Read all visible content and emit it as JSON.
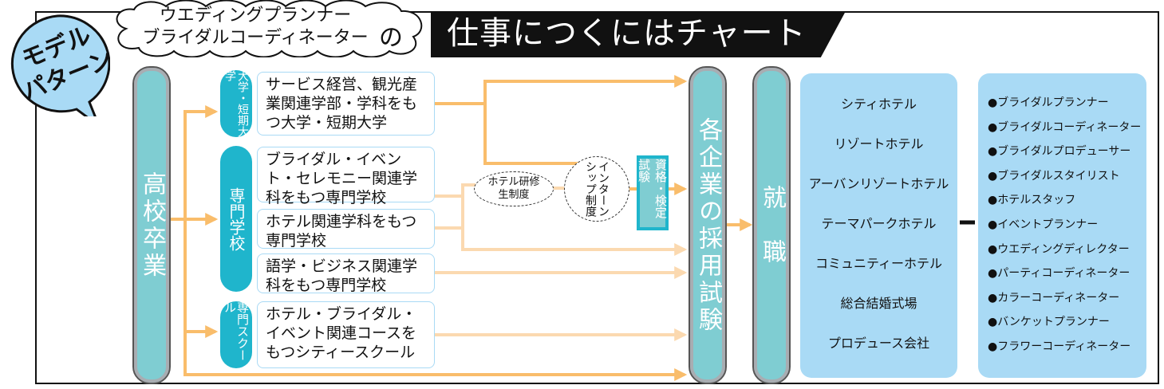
{
  "title": "仕事につくにはチャート",
  "subtitle_cloud": {
    "line1": "ウエディングプランナー",
    "line2": "ブライダルコーディネーター",
    "particle": "の"
  },
  "badge": {
    "line1": "モデル",
    "line2": "パターン"
  },
  "start": "高校卒業",
  "categories": [
    {
      "label": "大学・短期大学",
      "schools": [
        "サービス経営、観光産業関連学部・学科をもつ大学・短期大学"
      ]
    },
    {
      "label": "専門学校",
      "schools": [
        "ブライダル・イベント・セレモニー関連学科をもつ専門学校",
        "ホテル関連学科をもつ専門学校",
        "語学・ビジネス関連学科をもつ専門学校"
      ]
    },
    {
      "label": "専門スクール",
      "schools": [
        "ホテル・ブライダル・イベント関連コースをもつシティースクール"
      ]
    }
  ],
  "programs": [
    "ホテル研修生制度",
    "インターンシップ制度"
  ],
  "qualification": "資格・検定試験",
  "exam": "各企業の採用試験",
  "employment": "就　職",
  "employers": [
    "シティホテル",
    "リゾートホテル",
    "アーバンリゾートホテル",
    "テーマパークホテル",
    "コミュニティーホテル",
    "総合結婚式場",
    "プロデュース会社"
  ],
  "jobs": [
    "ブライダルプランナー",
    "ブライダルコーディネーター",
    "ブライダルプロデューサー",
    "ブライダルスタイリスト",
    "ホテルスタッフ",
    "イベントプランナー",
    "ウエディングディレクター",
    "パーティコーディネーター",
    "カラーコーディネーター",
    "バンケットプランナー",
    "フラワーコーディネーター"
  ],
  "colors": {
    "accent": "#1fb5cc",
    "pillar": "#7fcdd2",
    "light_blue": "#a9daf5",
    "arrow": "#f9bd6b",
    "pale_arrow": "#fbd9b0"
  }
}
